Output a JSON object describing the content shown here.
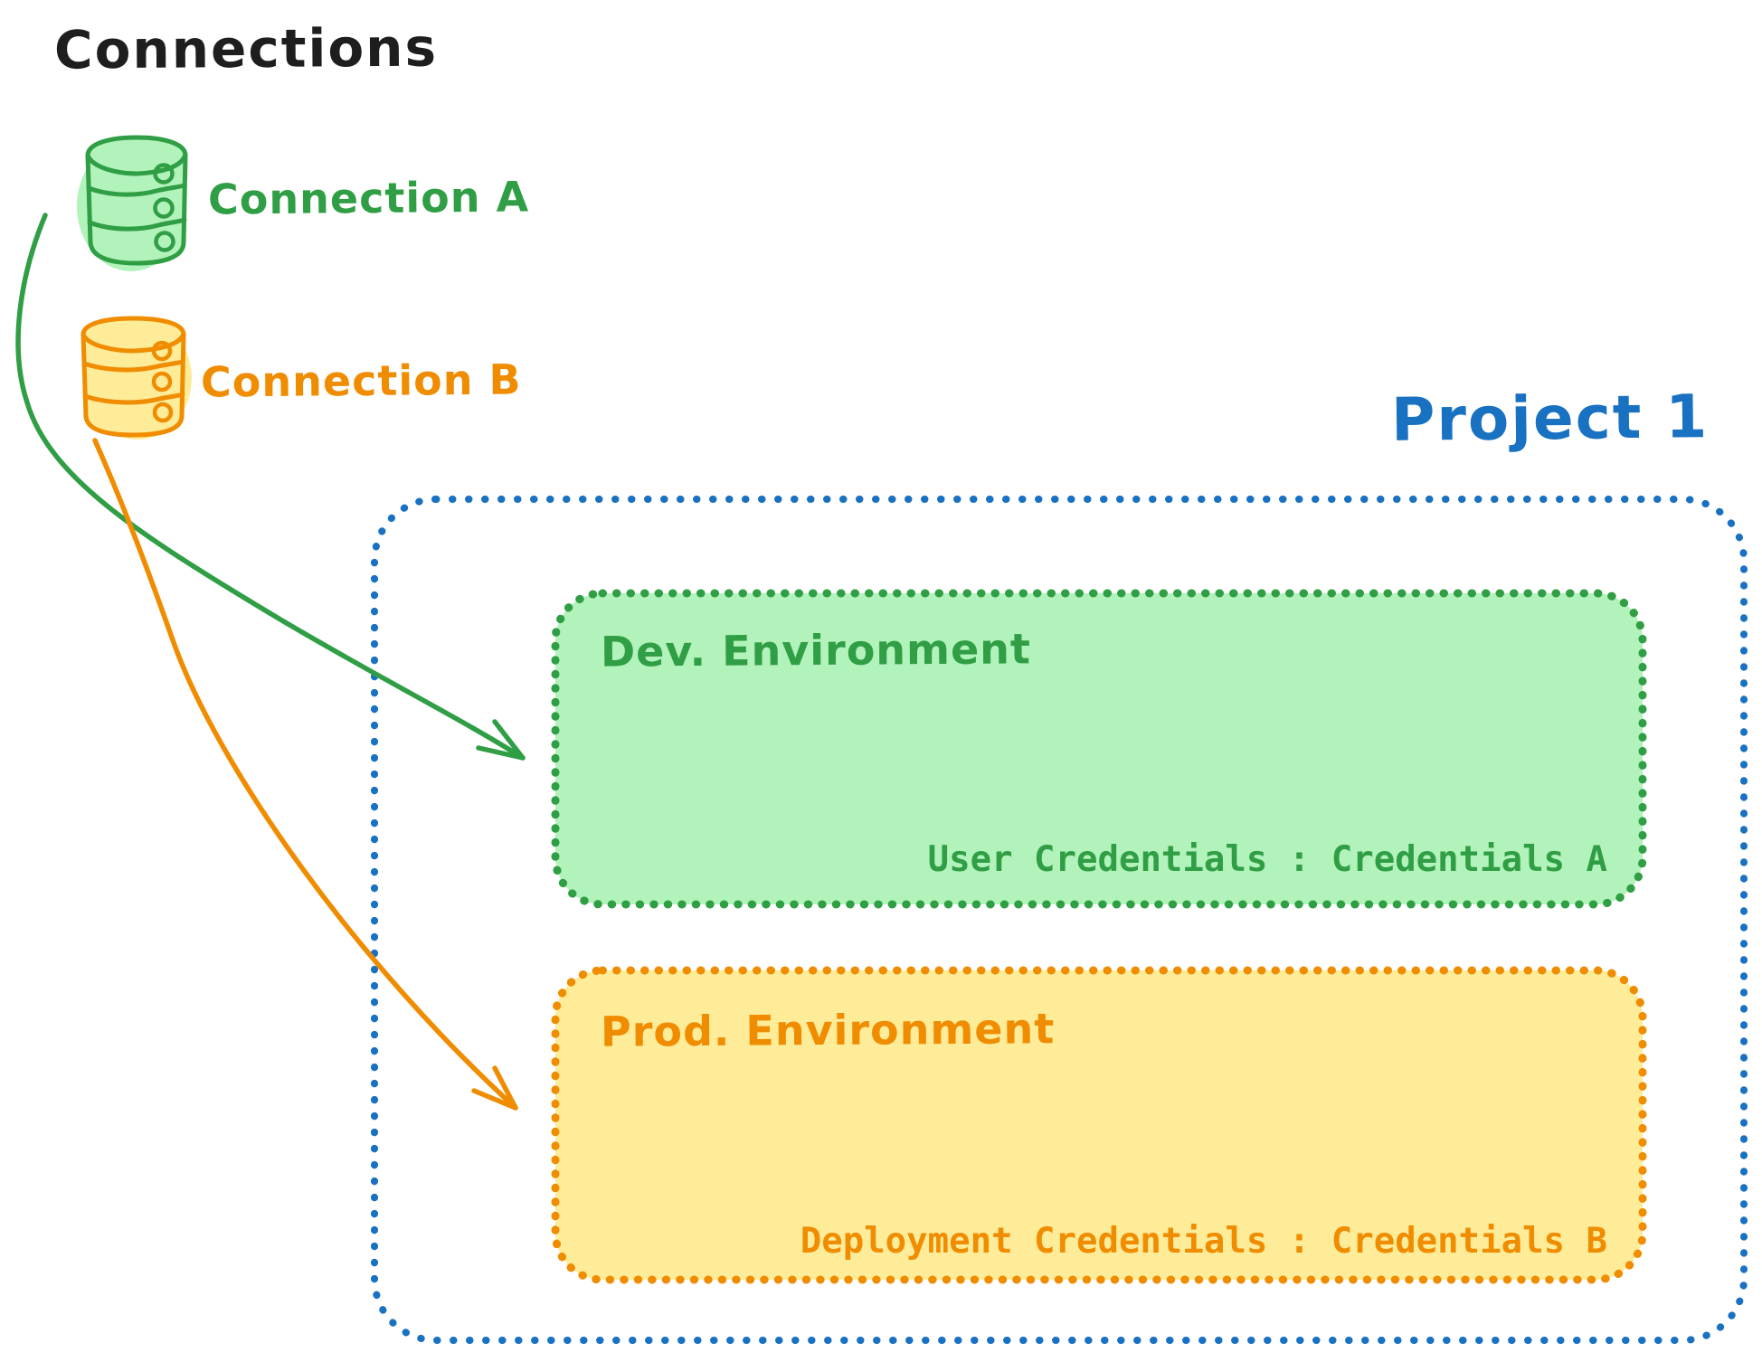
{
  "title": "Connections",
  "connections": [
    {
      "label": "Connection A",
      "icon": "database-icon"
    },
    {
      "label": "Connection B",
      "icon": "database-icon"
    }
  ],
  "project": {
    "label": "Project 1",
    "environments": [
      {
        "name": "Dev. Environment",
        "credentials": "User Credentials : Credentials A"
      },
      {
        "name": "Prod. Environment",
        "credentials": "Deployment Credentials : Credentials B"
      }
    ]
  },
  "colors": {
    "green_stroke": "#2f9e44",
    "green_fill": "#b2f2bb",
    "orange_stroke": "#f08c00",
    "orange_fill": "#ffec99",
    "blue": "#1971c2",
    "text": "#1e1e1e"
  }
}
